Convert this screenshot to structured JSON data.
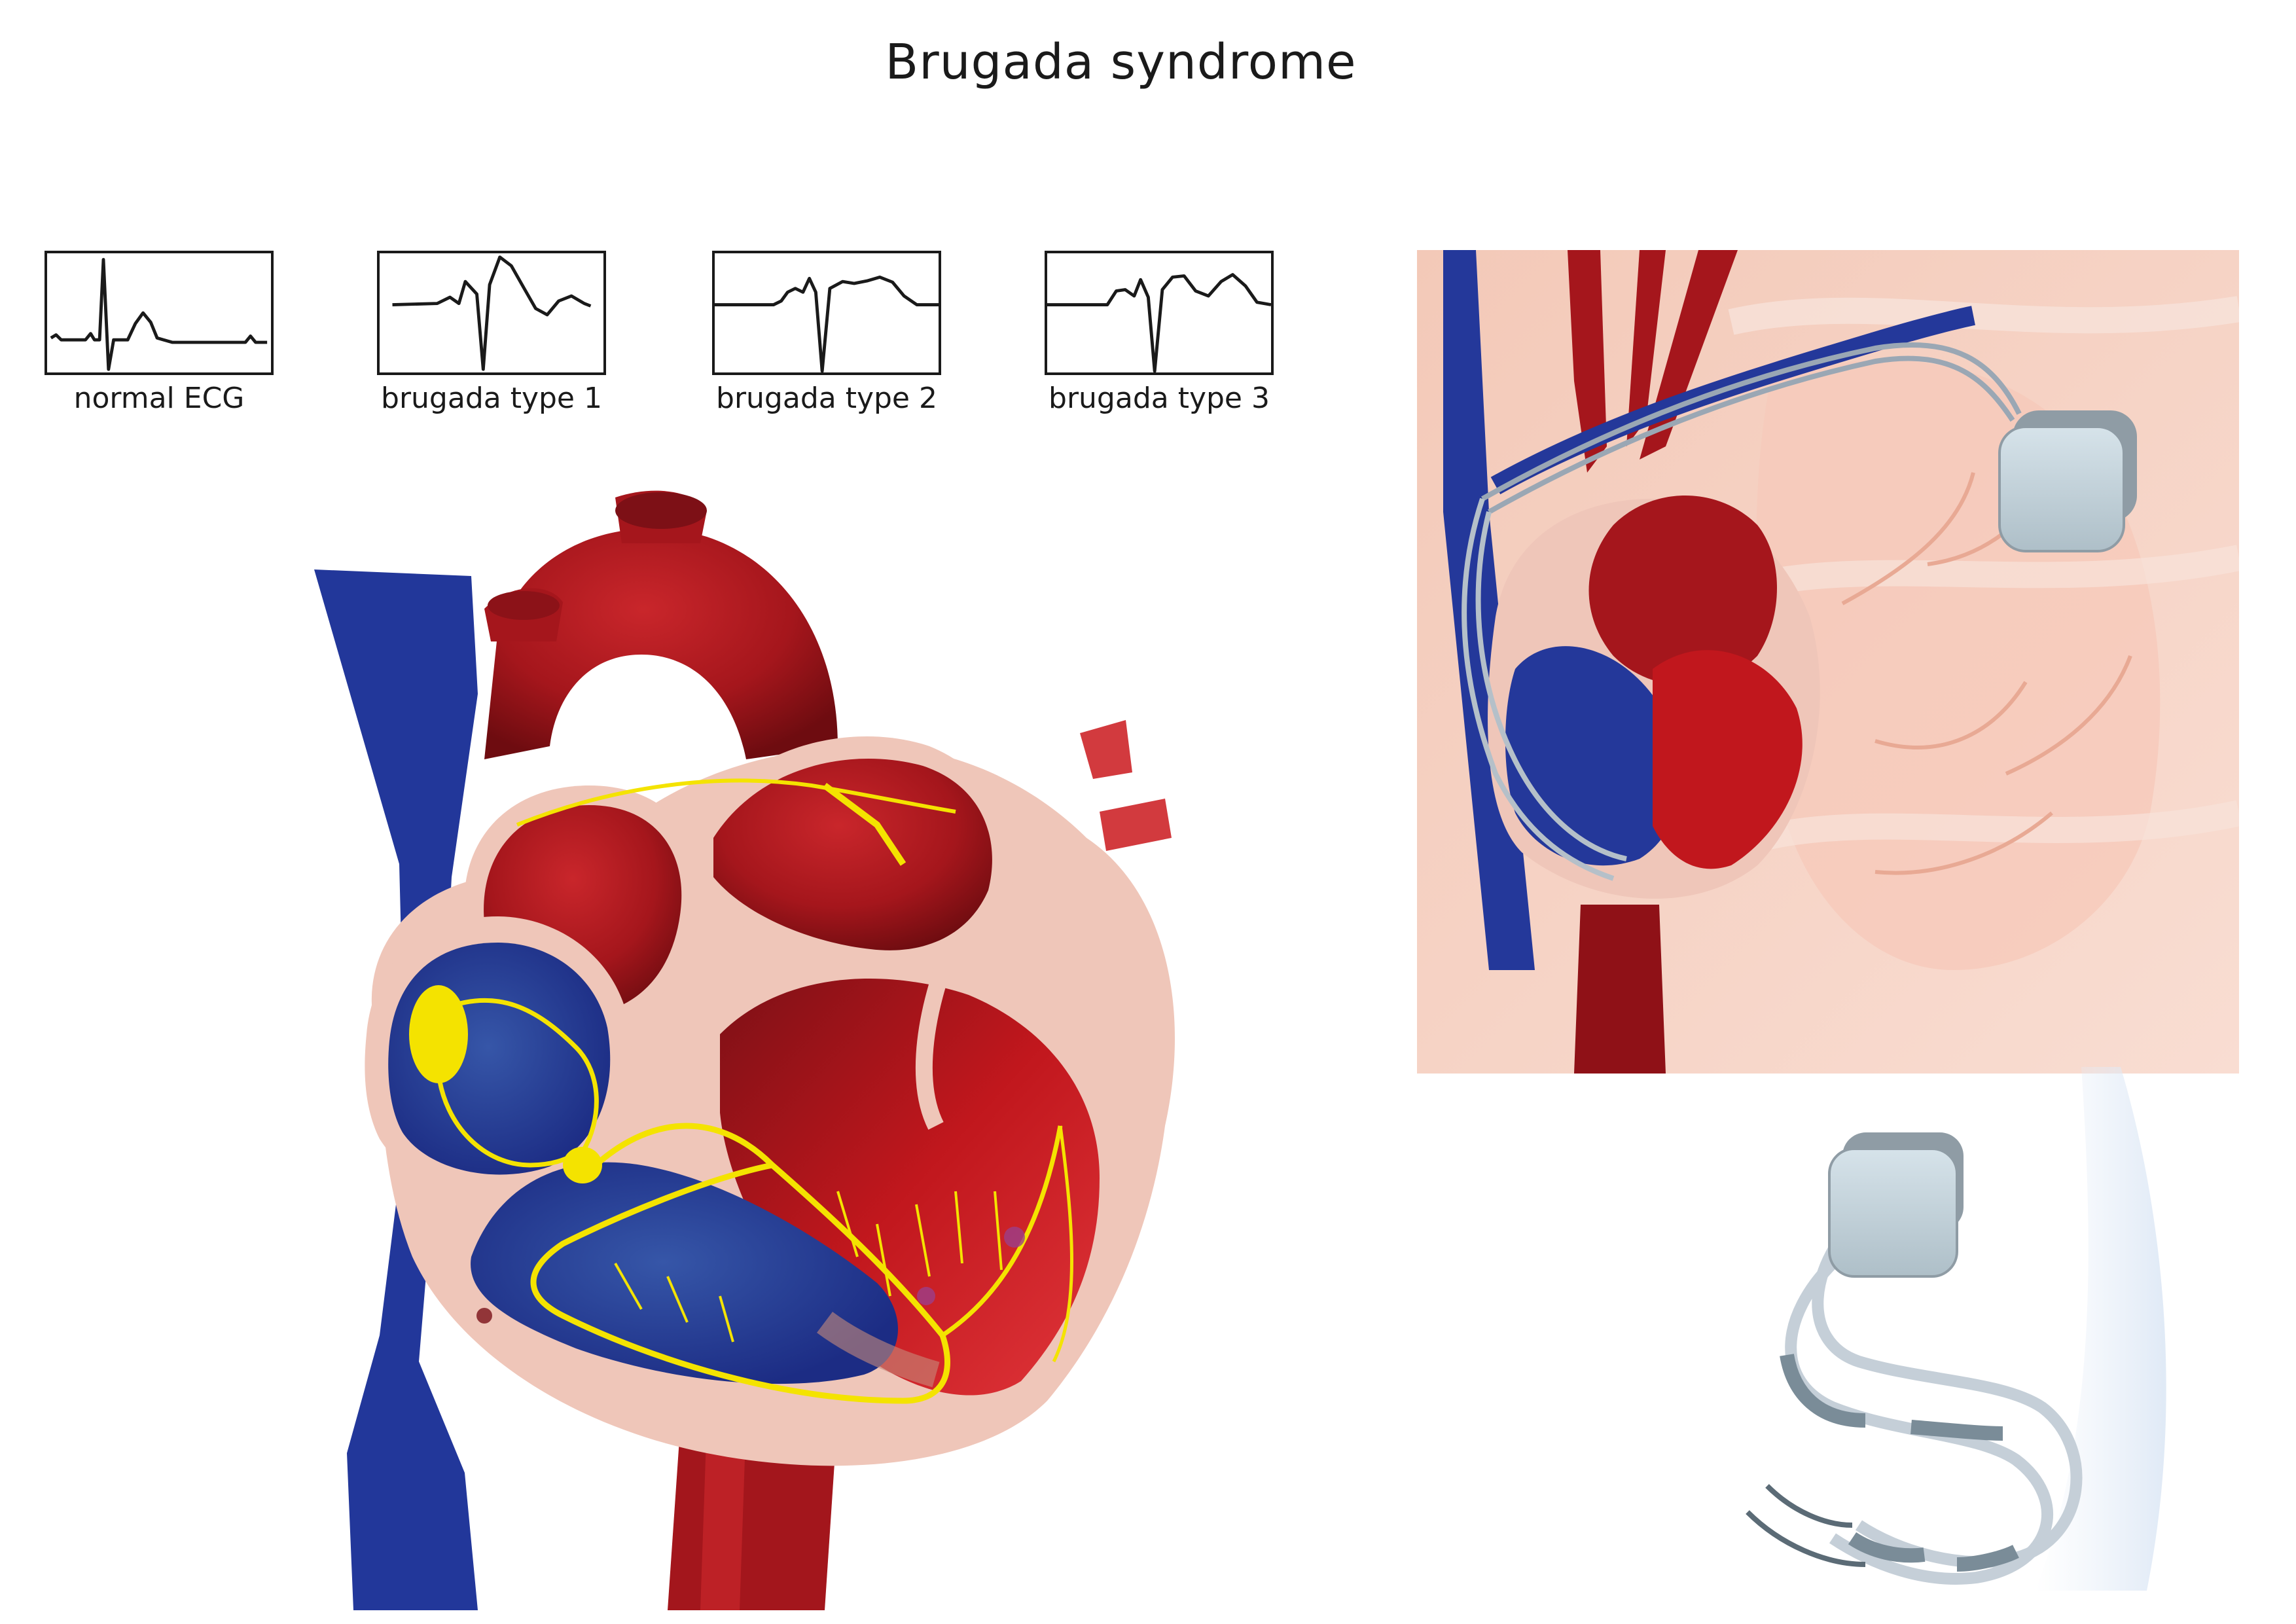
{
  "title": "Brugada syndrome",
  "ecg_panels": [
    {
      "label": "normal ECG",
      "icon": "ecg-normal-icon"
    },
    {
      "label": "brugada type 1",
      "icon": "ecg-brugada-type1-icon"
    },
    {
      "label": "brugada type 2",
      "icon": "ecg-brugada-type2-icon"
    },
    {
      "label": "brugada type 3",
      "icon": "ecg-brugada-type3-icon"
    }
  ],
  "illustrations": {
    "heart": "heart-cross-section-icon",
    "implant_view": "implanted-icd-chest-icon",
    "device": "icd-device-with-leads-icon"
  },
  "colors": {
    "artery_red": "#b3191d",
    "vein_blue": "#24389a",
    "conduction_yellow": "#f4e300",
    "tissue_pink": "#efc6b9",
    "chest_background": "#f6d2c4",
    "device_gray": "#c3d3dc"
  }
}
